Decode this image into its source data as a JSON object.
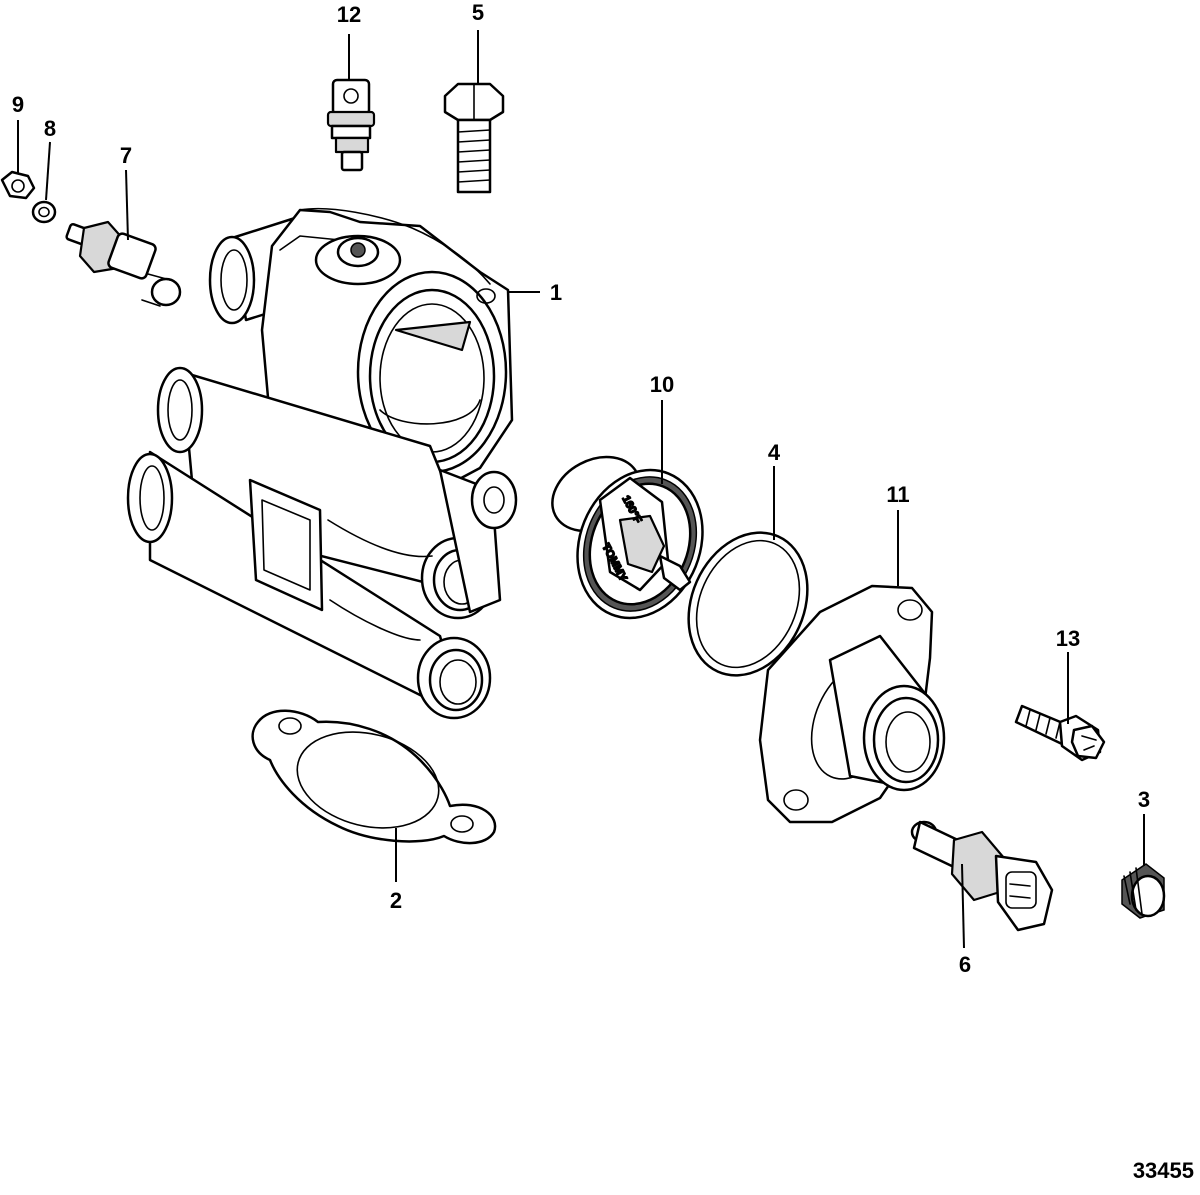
{
  "callouts": {
    "c1": "1",
    "c2": "2",
    "c3": "3",
    "c4": "4",
    "c5": "5",
    "c6": "6",
    "c7": "7",
    "c8": "8",
    "c9": "9",
    "c10": "10",
    "c11": "11",
    "c12": "12",
    "c13": "13"
  },
  "figure_number": "33455",
  "parts": {
    "thermostat_text_1": "TOMMY",
    "thermostat_text_2": "160°F"
  }
}
